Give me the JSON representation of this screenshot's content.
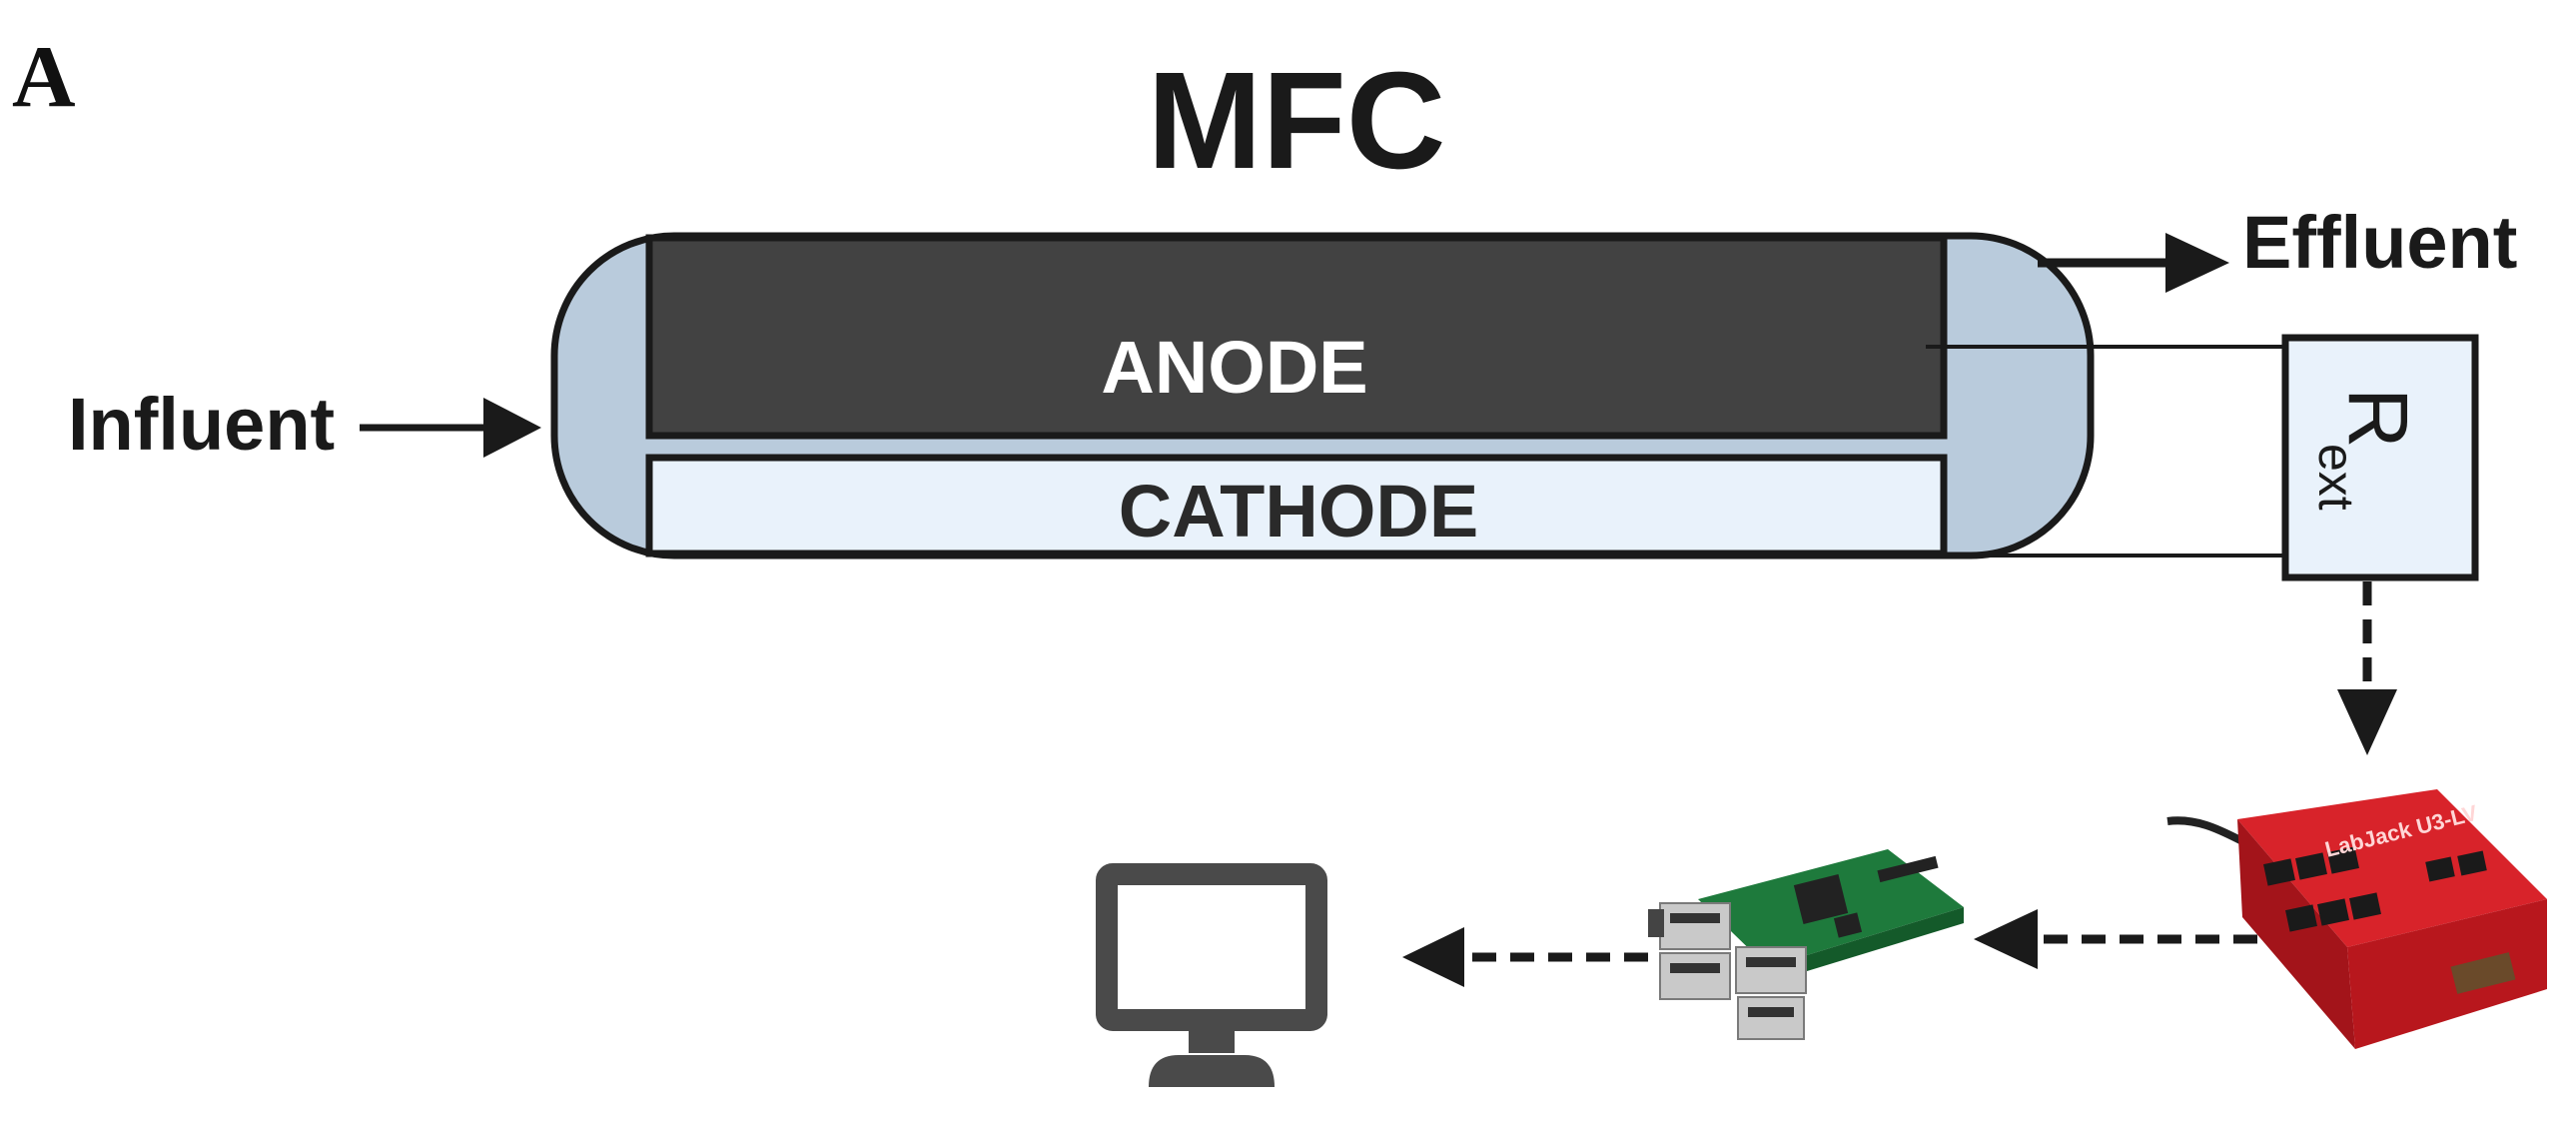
{
  "panel_label": "A",
  "title": "MFC",
  "labels": {
    "anode": "ANODE",
    "cathode": "CATHODE",
    "influent": "Influent",
    "effluent": "Effluent",
    "resistor_main": "R",
    "resistor_sub": "ext",
    "labjack_brand": "LabJack U3-LV"
  },
  "icons": {
    "computer": "monitor-icon",
    "raspberry_pi": "raspberry-pi-board",
    "labjack": "labjack-daq-device"
  },
  "colors": {
    "anode_fill": "#424242",
    "cathode_fill": "#e9f2fb",
    "endcap_fill": "#b9cbdc",
    "outline": "#1a1a1a",
    "resistor_fill": "#e9f2fb",
    "labjack_red": "#c8141a",
    "pi_green": "#1e7a3c",
    "monitor_gray": "#4a4a4a"
  }
}
